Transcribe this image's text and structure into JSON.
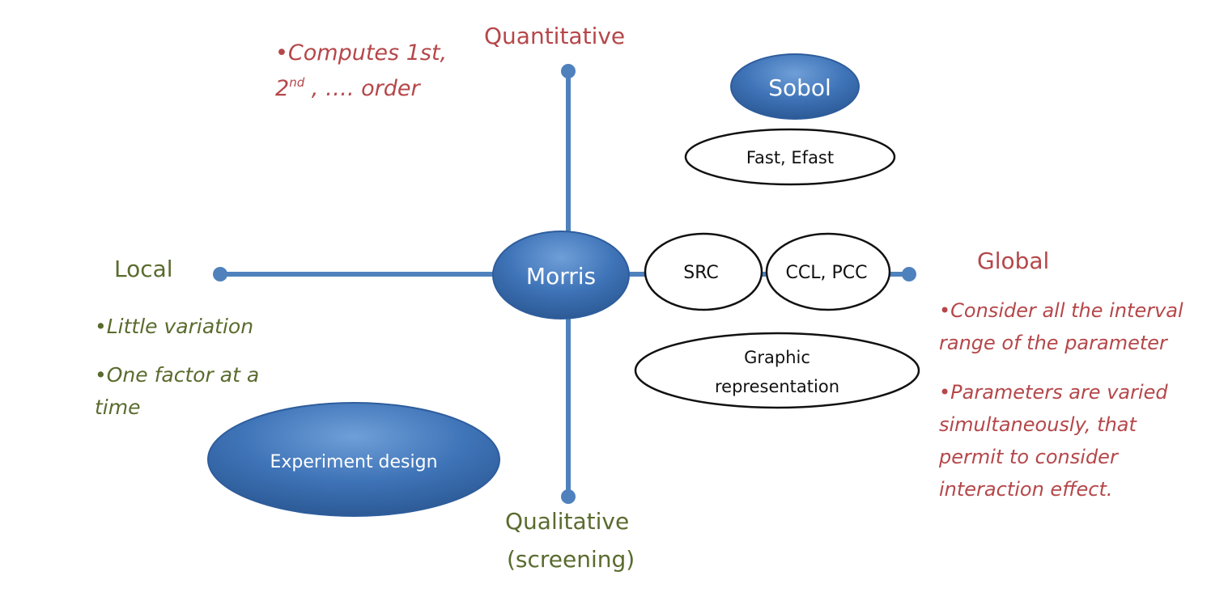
{
  "axes": {
    "top": "Quantitative",
    "bottom_line1": "Qualitative",
    "bottom_line2": "(screening)",
    "left": "Local",
    "right": "Global"
  },
  "nodes": {
    "morris": "Morris",
    "sobol": "Sobol",
    "fast": "Fast, Efast",
    "src": "SRC",
    "ccl_pcc": "CCL, PCC",
    "graphic_line1": "Graphic",
    "graphic_line2": "representation",
    "experiment": "Experiment design"
  },
  "notes": {
    "quantitative": {
      "line1": "•Computes 1st,",
      "line2_prefix": "2",
      "line2_sup": "nd",
      "line2_rest": " , ….  order"
    },
    "local": {
      "bullet1": "•Little variation",
      "bullet2_line1": "•One factor at a",
      "bullet2_line2": "time"
    },
    "global": {
      "bullet1_line1": "•Consider all the interval",
      "bullet1_line2": "range of the parameter",
      "bullet2_line1": "•Parameters are varied",
      "bullet2_line2": "simultaneously,  that",
      "bullet2_line3": "permit to consider",
      "bullet2_line4": "interaction effect."
    }
  },
  "colors": {
    "axis": "#4f81bd",
    "blue_node": "#3f74b8",
    "red_text": "#b5474a",
    "green_text": "#5a6b2e"
  }
}
